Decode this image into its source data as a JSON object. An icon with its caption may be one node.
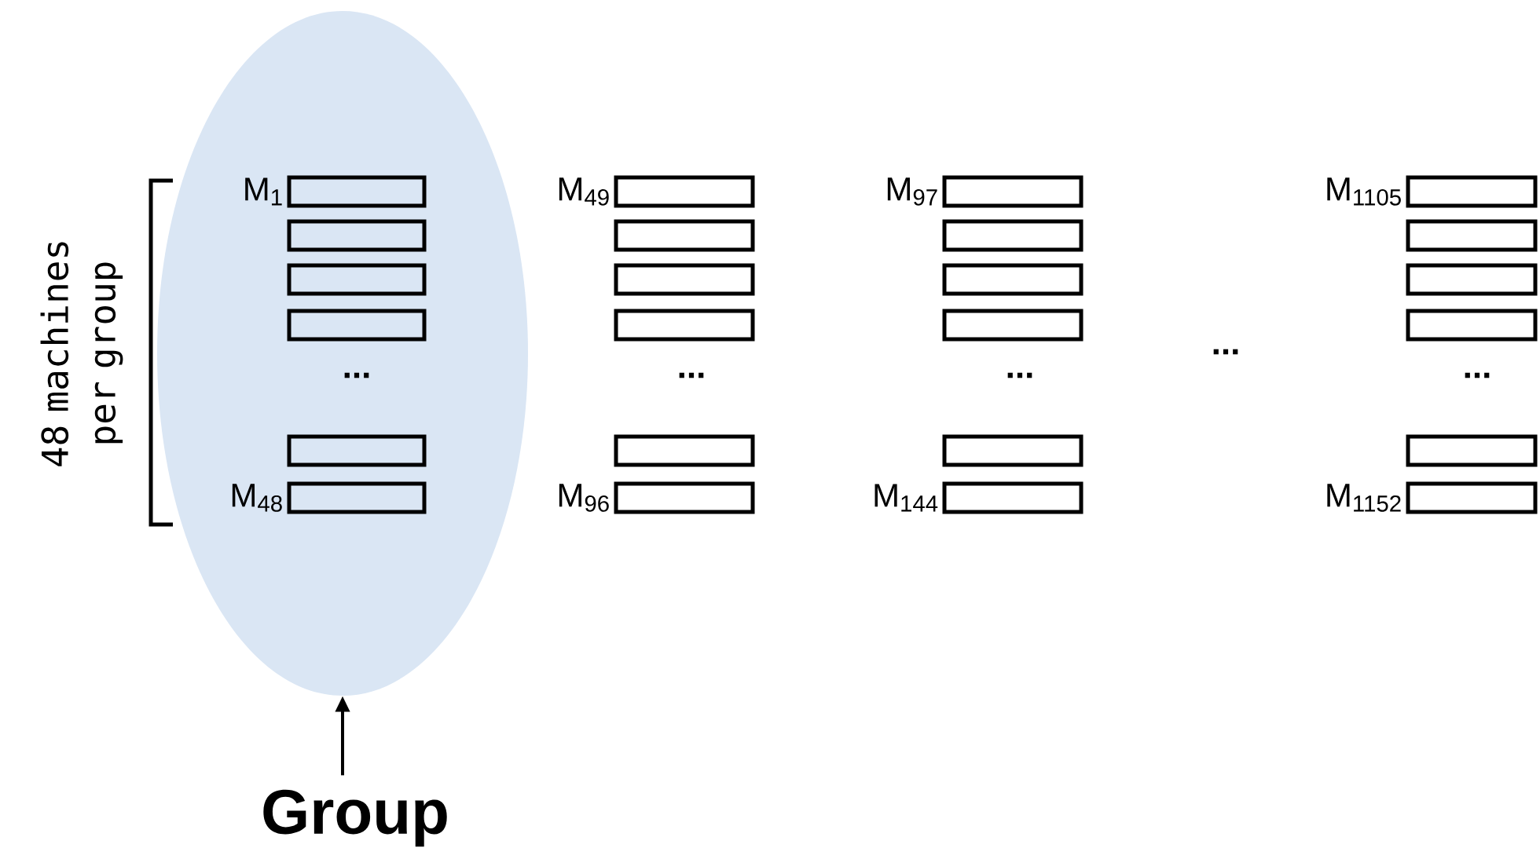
{
  "diagram": {
    "nodes": [
      {
        "text": [],
        "shape": "ellipse"
      },
      {
        "text": [],
        "shape": "box",
        "in": 0,
        "beside": [
          "M$_{1}$"
        ]
      },
      {
        "text": [],
        "shape": "box",
        "in": 0
      },
      {
        "text": [],
        "shape": "box",
        "in": 0
      },
      {
        "text": [],
        "shape": "box",
        "in": 0
      },
      {
        "text": [],
        "shape": "box",
        "in": 0
      },
      {
        "text": [],
        "shape": "box",
        "in": 0,
        "beside": [
          "M$_{48}$"
        ]
      },
      {
        "text": [],
        "shape": "box",
        "beside": [
          "M$_{49}$"
        ]
      },
      {
        "text": [],
        "shape": "box"
      },
      {
        "text": [],
        "shape": "box"
      },
      {
        "text": [],
        "shape": "box"
      },
      {
        "text": [],
        "shape": "box"
      },
      {
        "text": [],
        "shape": "box",
        "beside": [
          "M$_{96}$"
        ]
      },
      {
        "text": [],
        "shape": "box",
        "beside": [
          "M$_{97}$"
        ]
      },
      {
        "text": [],
        "shape": "box"
      },
      {
        "text": [],
        "shape": "box"
      },
      {
        "text": [],
        "shape": "box"
      },
      {
        "text": [],
        "shape": "box"
      },
      {
        "text": [],
        "shape": "box",
        "beside": [
          "M$_{144}$"
        ]
      },
      {
        "text": [],
        "shape": "box",
        "beside": [
          "M$_{1105}$"
        ]
      },
      {
        "text": [],
        "shape": "box"
      },
      {
        "text": [],
        "shape": "box"
      },
      {
        "text": [],
        "shape": "box"
      },
      {
        "text": [],
        "shape": "box"
      },
      {
        "text": [],
        "shape": "box",
        "beside": [
          "M$_{1152}$"
        ]
      },
      {
        "text": [
          "Group"
        ]
      }
    ],
    "edges": [
      {
        "from": 25,
        "to": 0,
        "arrow": "to"
      }
    ],
    "labels": [
      "48 machines per group",
      "...",
      "...",
      "...",
      "...",
      "..."
    ]
  }
}
